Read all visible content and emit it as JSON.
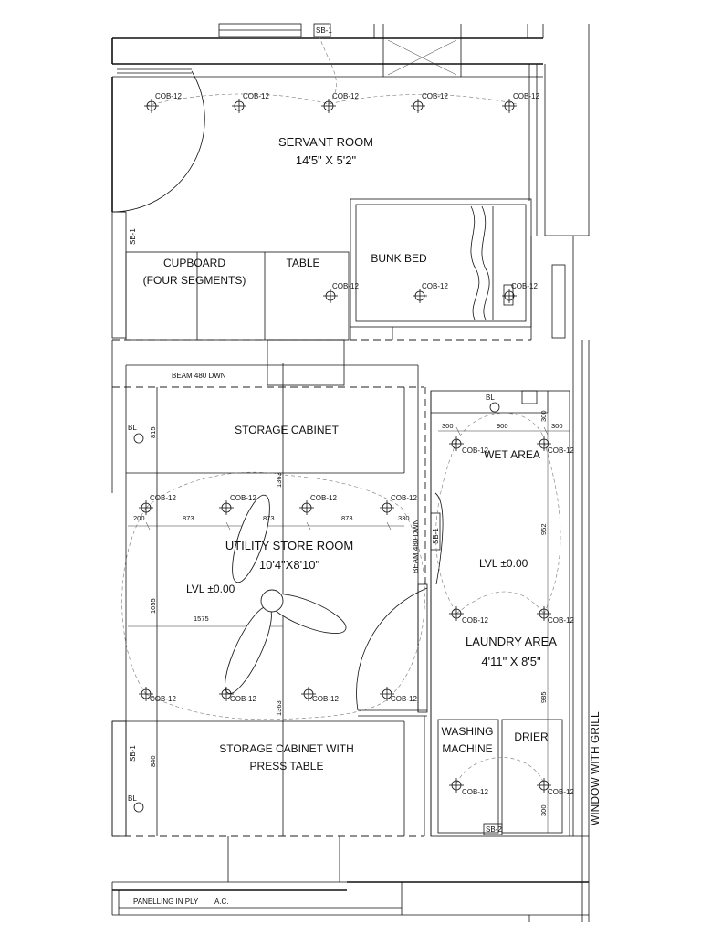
{
  "rooms": {
    "servant_room": {
      "name": "SERVANT ROOM",
      "size": "14'5\" X 5'2\""
    },
    "utility_store_room": {
      "name": "UTILITY STORE ROOM",
      "size": "10'4\"X8'10\""
    },
    "laundry_area": {
      "name": "LAUNDRY AREA",
      "size": "4'11\" X 8'5\""
    },
    "wet_area": {
      "name": "WET AREA"
    }
  },
  "furniture": {
    "cupboard_line1": "CUPBOARD",
    "cupboard_line2": "(FOUR SEGMENTS)",
    "table": "TABLE",
    "bunk_bed": "BUNK BED",
    "storage_cabinet": "STORAGE CABINET",
    "storage_press_line1": "STORAGE CABINET WITH",
    "storage_press_line2": "PRESS TABLE",
    "washing_line1": "WASHING",
    "washing_line2": "MACHINE",
    "drier": "DRIER"
  },
  "annotations": {
    "beam_1": "BEAM 480 DWN",
    "beam_2": "BEAM 480 DWN",
    "level_1": "LVL ±0.00",
    "level_2": "LVL ±0.00",
    "window": "WINDOW WITH GRILL",
    "panelling": "PANELLING IN PLY",
    "ac": "A.C."
  },
  "fixture_labels": {
    "cob": "COB-12",
    "bl": "BL",
    "sb1": "SB-1",
    "sb2": "SB-2"
  },
  "dimensions": {
    "d200": "200",
    "d873a": "873",
    "d873b": "873",
    "d873c": "873",
    "d330": "330",
    "d1055": "1055",
    "d1575": "1575",
    "d1363a": "1363",
    "d1363b": "1363",
    "d815": "815",
    "d840": "840",
    "d300a": "300",
    "d900": "900",
    "d300b": "300",
    "d300c": "300",
    "d952": "952",
    "d985": "985",
    "d300d": "300"
  }
}
